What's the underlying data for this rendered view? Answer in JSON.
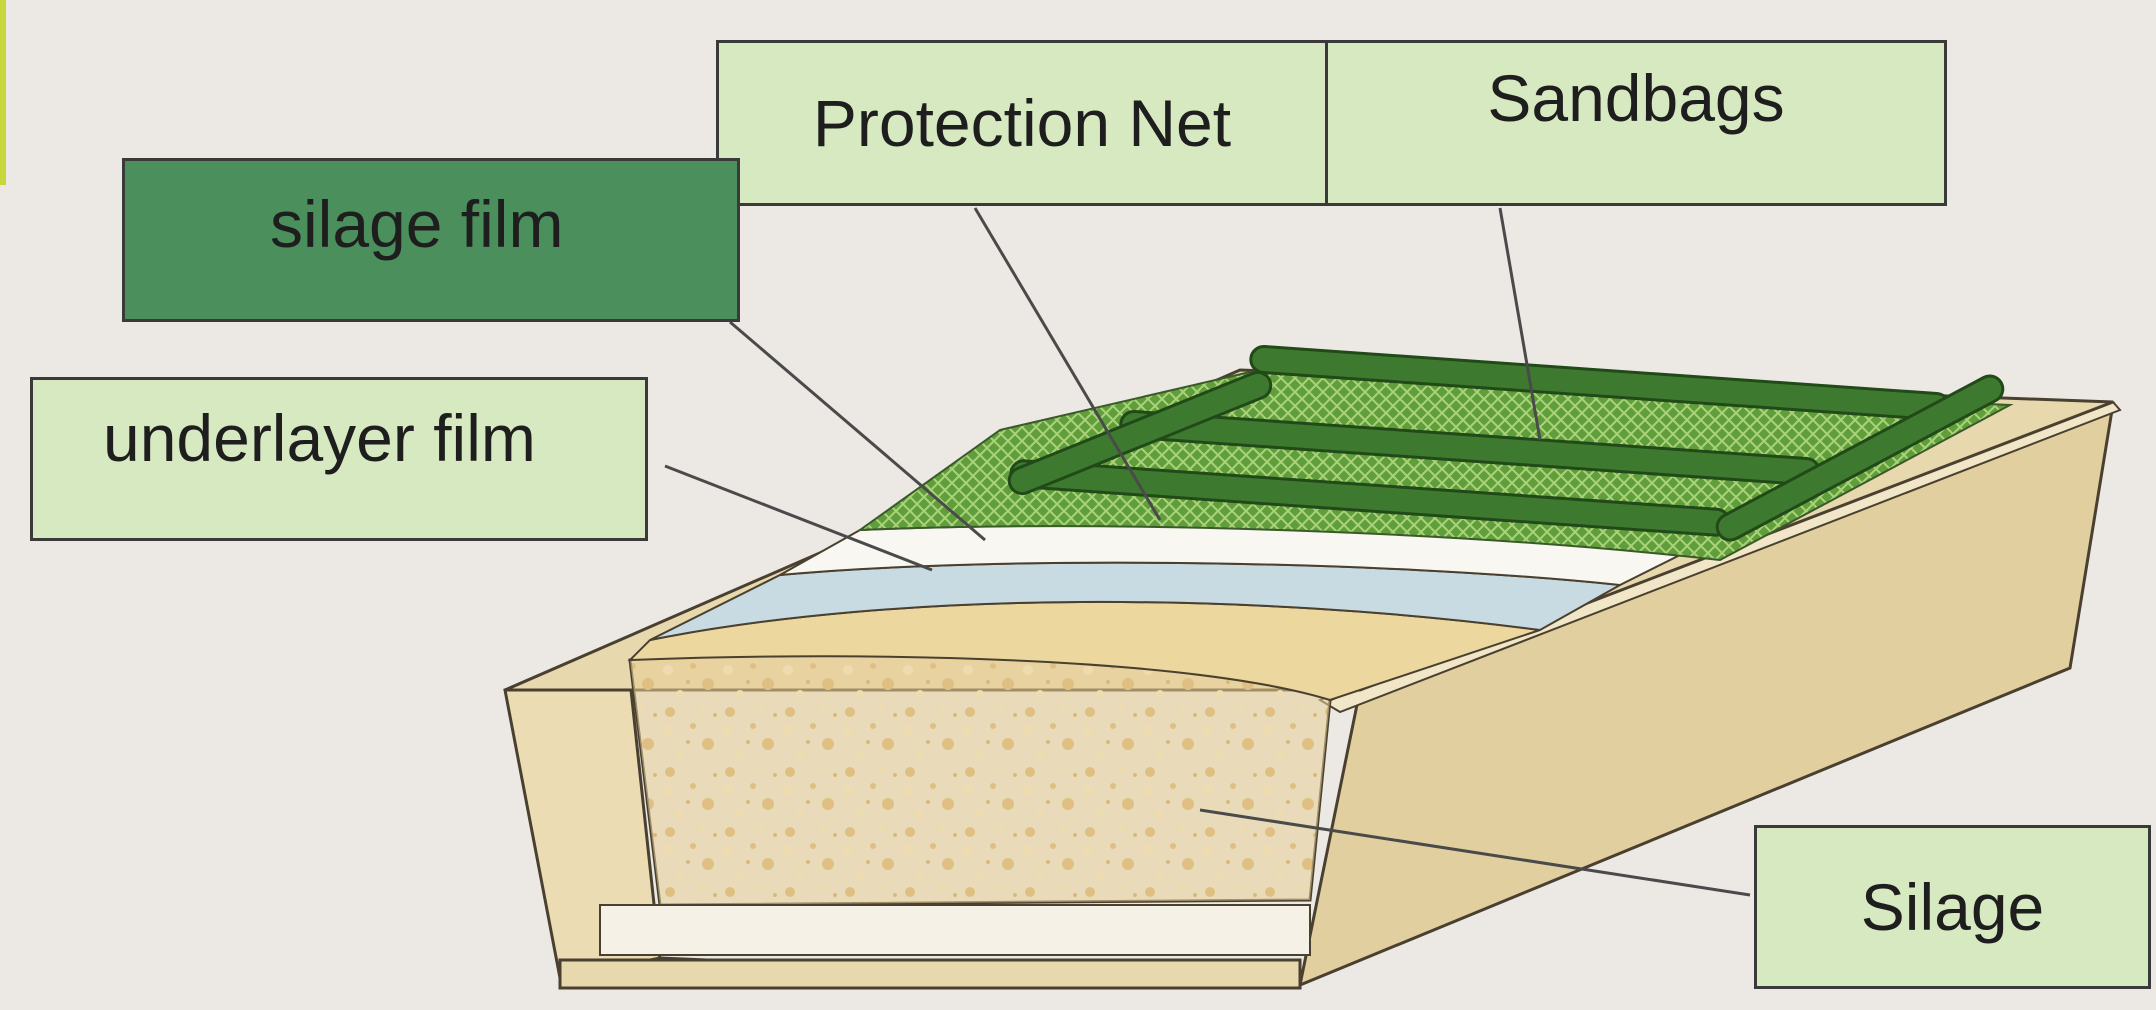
{
  "colors": {
    "background": "#ece9e5",
    "label_fill": "#d6e9c0",
    "silage_film_fill": "#4a8f5c",
    "silage": "#e8cf96",
    "underlayer_film": "#c9dbe2",
    "sandbag": "#3d7a30",
    "net": "#6aa840",
    "concrete": "#e4d3a9"
  },
  "labels": {
    "protection_net": "Protection Net",
    "sandbags": "Sandbags",
    "silage_film": "silage film",
    "underlayer_film": "underlayer film",
    "silage": "Silage"
  }
}
